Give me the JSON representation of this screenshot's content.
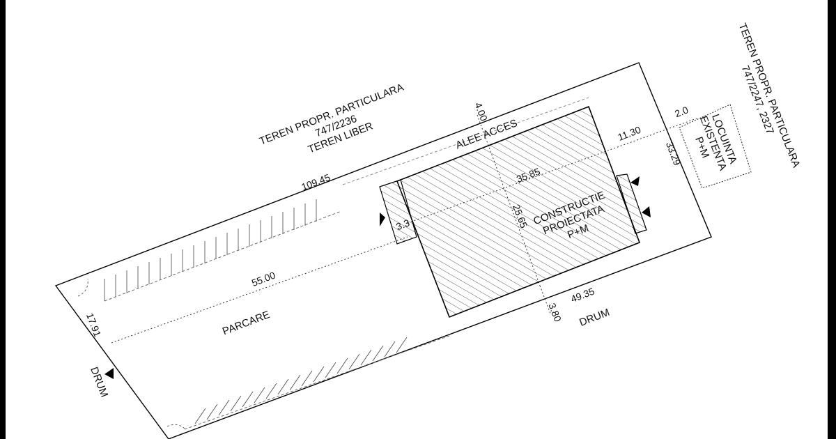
{
  "plan": {
    "labels": {
      "neighbor_north_line1": "TEREN PROPR. PARTICULARA",
      "neighbor_north_line2": "747/2236",
      "neighbor_north_line3": "TEREN LIBER",
      "neighbor_east_line1": "TEREN PROPR. PARTICULARA",
      "neighbor_east_line2": "747/2247, 2327",
      "existing_line1": "LOCUINTA",
      "existing_line2": "EXISTENTA",
      "existing_line3": "P+M",
      "access_alley": "ALEE ACCES",
      "building_line1": "CONSTRUCTIE",
      "building_line2": "PROIECTATA",
      "building_line3": "P+M",
      "parking": "PARCARE",
      "road_south": "DRUM",
      "road_west": "DRUM"
    },
    "dimensions": {
      "d_109_45": "109.45",
      "d_55_00": "55.00",
      "d_17_91": "17.91",
      "d_35_85": "35.85",
      "d_25_65": "25.65",
      "d_3_3": "3.3",
      "d_4_00": "4.00",
      "d_11_30": "11.30",
      "d_2_0": "2.0",
      "d_33_29": "33.29",
      "d_49_35": "49.35",
      "d_3_80": "3.80"
    }
  }
}
